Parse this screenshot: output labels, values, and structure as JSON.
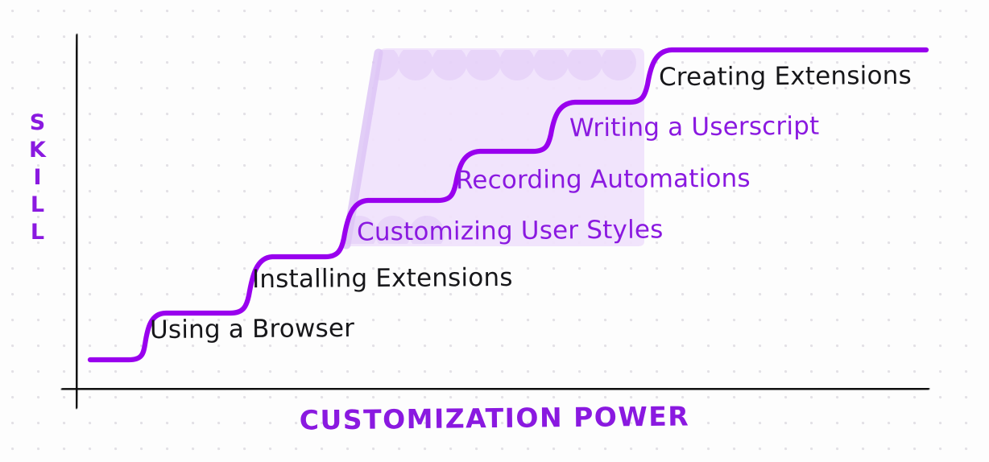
{
  "chart_data": {
    "type": "line",
    "title": "",
    "xlabel": "CUSTOMIZATION POWER",
    "ylabel": "SKILL",
    "ylabel_letters": [
      "S",
      "K",
      "I",
      "L",
      "L"
    ],
    "grid": "dotted",
    "legend": "none",
    "axis_color": "#111111",
    "curve_color": "#9900ee",
    "highlight_color": "#f0e2fb",
    "label_dark_color": "#17171a",
    "label_purple_color": "#8a19e0",
    "xlim": [
      0,
      10
    ],
    "ylim": [
      0,
      10
    ],
    "description": "Hand-drawn step curve: skill required rises in discrete plateaus as browser customization power increases.",
    "categories": [
      "Using a Browser",
      "Installing Extensions",
      "Customizing User Styles",
      "Recording Automations",
      "Writing a Userscript",
      "Creating Extensions"
    ],
    "values": [
      1,
      2.5,
      4,
      5.5,
      7,
      8.5
    ],
    "steps": [
      {
        "label": "Using a Browser",
        "color": "dark",
        "x": 1.2,
        "y": 1.0
      },
      {
        "label": "Installing Extensions",
        "color": "dark",
        "x": 2.7,
        "y": 2.5
      },
      {
        "label": "Customizing User Styles",
        "color": "purple",
        "x": 4.1,
        "y": 4.0
      },
      {
        "label": "Recording Automations",
        "color": "purple",
        "x": 5.4,
        "y": 5.5
      },
      {
        "label": "Writing a Userscript",
        "color": "purple",
        "x": 6.9,
        "y": 7.0
      },
      {
        "label": "Creating Extensions",
        "color": "dark",
        "x": 8.4,
        "y": 8.5
      }
    ],
    "highlight_region": {
      "label": "",
      "x_start": 4.0,
      "x_end": 7.6,
      "y_start": 4.0,
      "y_end": 8.6
    },
    "annotations": []
  }
}
